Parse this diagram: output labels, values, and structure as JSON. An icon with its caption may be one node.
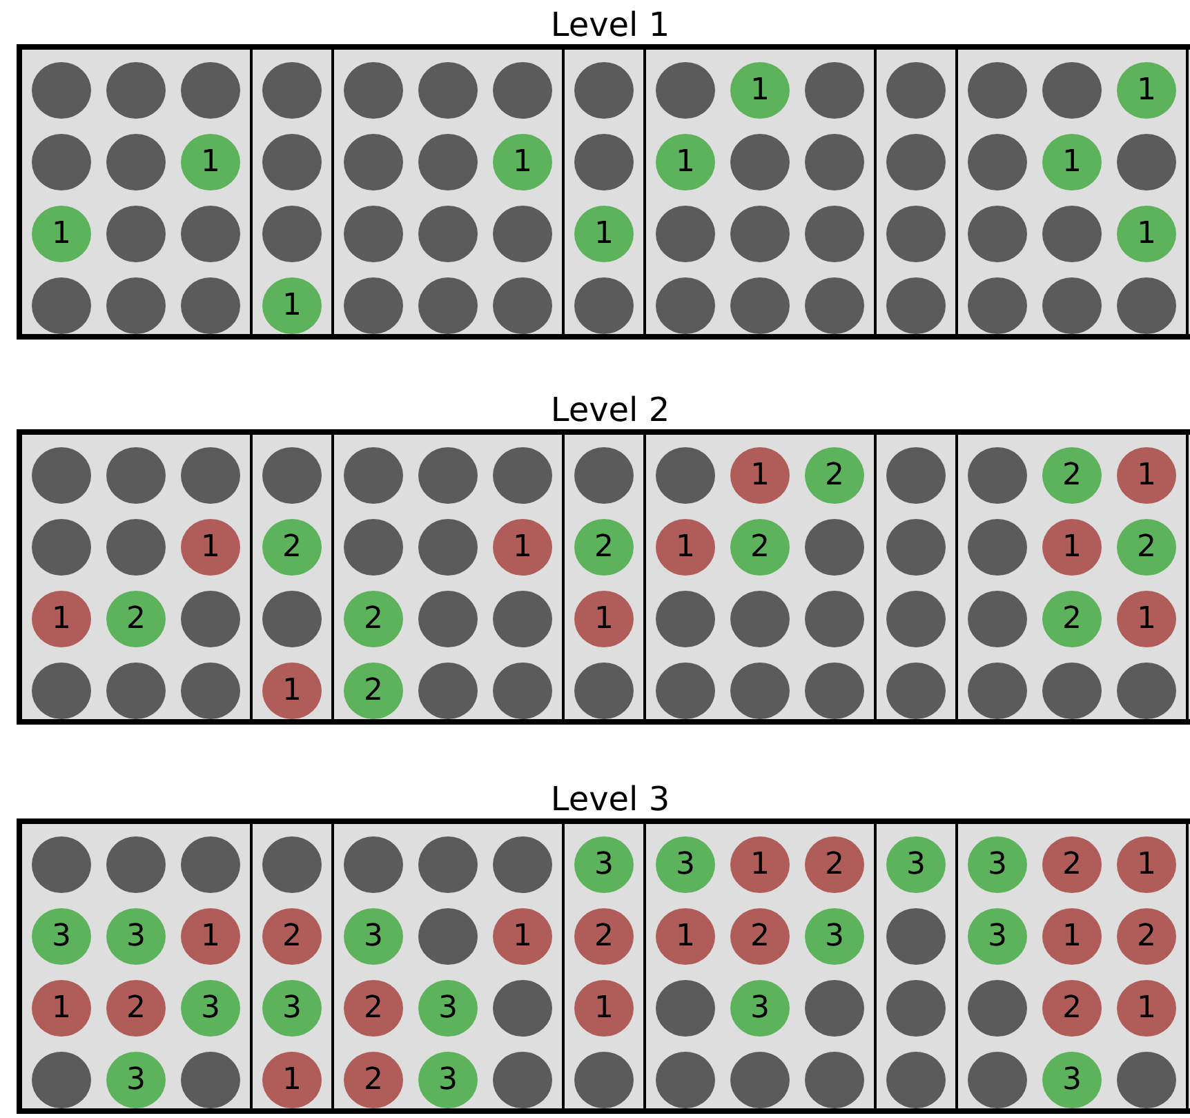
{
  "diagram": {
    "nodes": [
      {
        "text": [
          "Level 1"
        ]
      },
      {
        "text": [],
        "shape": "box",
        "in": 0
      },
      {
        "text": [],
        "shape": "circle",
        "in": 1
      },
      {
        "text": [],
        "shape": "circle",
        "in": 1
      },
      {
        "text": [],
        "shape": "circle",
        "in": 1
      },
      {
        "text": [],
        "shape": "circle",
        "in": 1
      },
      {
        "text": [],
        "shape": "circle",
        "in": 1
      },
      {
        "text": [
          "1"
        ],
        "in": 1
      },
      {
        "text": [
          "1"
        ],
        "in": 1
      },
      {
        "text": [],
        "shape": "circle",
        "in": 1
      },
      {
        "text": [],
        "shape": "circle",
        "in": 1
      },
      {
        "text": [],
        "shape": "circle",
        "in": 1
      },
      {
        "text": [],
        "shape": "circle",
        "in": 1
      },
      {
        "text": [],
        "shape": "circle",
        "in": 1
      },
      {
        "text": [],
        "shape": "box",
        "in": 0
      },
      {
        "text": [],
        "shape": "circle",
        "in": 14
      },
      {
        "text": [],
        "shape": "circle",
        "in": 14
      },
      {
        "text": [],
        "shape": "circle",
        "in": 14
      },
      {
        "text": [
          "1"
        ],
        "in": 14
      },
      {
        "text": [],
        "shape": "box",
        "in": 0
      },
      {
        "text": [],
        "shape": "circle",
        "in": 19
      },
      {
        "text": [],
        "shape": "circle",
        "in": 19
      },
      {
        "text": [],
        "shape": "circle",
        "in": 19
      },
      {
        "text": [],
        "shape": "circle",
        "in": 19
      },
      {
        "text": [],
        "shape": "circle",
        "in": 19
      },
      {
        "text": [
          "1"
        ],
        "in": 19
      },
      {
        "text": [],
        "shape": "circle",
        "in": 19
      },
      {
        "text": [],
        "shape": "circle",
        "in": 19
      },
      {
        "text": [],
        "shape": "circle",
        "in": 19
      },
      {
        "text": [],
        "shape": "circle",
        "in": 19
      },
      {
        "text": [],
        "shape": "circle",
        "in": 19
      },
      {
        "text": [],
        "shape": "circle",
        "in": 19
      },
      {
        "text": [],
        "shape": "box",
        "in": 0
      },
      {
        "text": [],
        "shape": "circle",
        "in": 32
      },
      {
        "text": [],
        "shape": "circle",
        "in": 32
      },
      {
        "text": [
          "1"
        ],
        "in": 32
      },
      {
        "text": [],
        "shape": "circle",
        "in": 32
      },
      {
        "text": [],
        "shape": "box",
        "in": 0
      },
      {
        "text": [],
        "shape": "circle",
        "in": 37
      },
      {
        "text": [
          "1"
        ],
        "in": 37
      },
      {
        "text": [],
        "shape": "circle",
        "in": 37
      },
      {
        "text": [
          "1"
        ],
        "in": 37
      },
      {
        "text": [],
        "shape": "circle",
        "in": 37
      },
      {
        "text": [],
        "shape": "circle",
        "in": 37
      },
      {
        "text": [],
        "shape": "circle",
        "in": 37
      },
      {
        "text": [],
        "shape": "circle",
        "in": 37
      },
      {
        "text": [],
        "shape": "circle",
        "in": 37
      },
      {
        "text": [],
        "shape": "circle",
        "in": 37
      },
      {
        "text": [],
        "shape": "circle",
        "in": 37
      },
      {
        "text": [],
        "shape": "circle",
        "in": 37
      },
      {
        "text": [],
        "shape": "box",
        "in": 0
      },
      {
        "text": [],
        "shape": "circle",
        "in": 50
      },
      {
        "text": [],
        "shape": "circle",
        "in": 50
      },
      {
        "text": [],
        "shape": "circle",
        "in": 50
      },
      {
        "text": [],
        "shape": "circle",
        "in": 50
      },
      {
        "text": [],
        "shape": "box",
        "in": 0
      },
      {
        "text": [],
        "shape": "circle",
        "in": 55
      },
      {
        "text": [],
        "shape": "circle",
        "in": 55
      },
      {
        "text": [
          "1"
        ],
        "in": 55
      },
      {
        "text": [],
        "shape": "circle",
        "in": 55
      },
      {
        "text": [
          "1"
        ],
        "in": 55
      },
      {
        "text": [],
        "shape": "circle",
        "in": 55
      },
      {
        "text": [],
        "shape": "circle",
        "in": 55
      },
      {
        "text": [],
        "shape": "circle",
        "in": 55
      },
      {
        "text": [
          "1"
        ],
        "in": 55
      },
      {
        "text": [],
        "shape": "circle",
        "in": 55
      },
      {
        "text": [],
        "shape": "circle",
        "in": 55
      },
      {
        "text": [],
        "shape": "circle",
        "in": 55
      },
      {
        "text": [
          "Level 2"
        ]
      },
      {
        "text": [],
        "shape": "box",
        "in": 68
      },
      {
        "text": [],
        "shape": "circle",
        "in": 69
      },
      {
        "text": [],
        "shape": "circle",
        "in": 69
      },
      {
        "text": [],
        "shape": "circle",
        "in": 69
      },
      {
        "text": [],
        "shape": "circle",
        "in": 69
      },
      {
        "text": [],
        "shape": "circle",
        "in": 69
      },
      {
        "text": [
          "1"
        ],
        "in": 69
      },
      {
        "text": [
          "1"
        ],
        "in": 69
      },
      {
        "text": [
          "2"
        ],
        "in": 69
      },
      {
        "text": [],
        "shape": "circle",
        "in": 69
      },
      {
        "text": [],
        "shape": "circle",
        "in": 69
      },
      {
        "text": [],
        "shape": "circle",
        "in": 69
      },
      {
        "text": [],
        "shape": "circle",
        "in": 69
      },
      {
        "text": [],
        "shape": "box",
        "in": 68
      },
      {
        "text": [],
        "shape": "circle",
        "in": 82
      },
      {
        "text": [
          "2"
        ],
        "in": 82
      },
      {
        "text": [],
        "shape": "circle",
        "in": 82
      },
      {
        "text": [
          "1"
        ],
        "in": 82
      },
      {
        "text": [],
        "shape": "box",
        "in": 68
      },
      {
        "text": [],
        "shape": "circle",
        "in": 87
      },
      {
        "text": [],
        "shape": "circle",
        "in": 87
      },
      {
        "text": [],
        "shape": "circle",
        "in": 87
      },
      {
        "text": [],
        "shape": "circle",
        "in": 87
      },
      {
        "text": [],
        "shape": "circle",
        "in": 87
      },
      {
        "text": [
          "1"
        ],
        "in": 87
      },
      {
        "text": [
          "2"
        ],
        "in": 87
      },
      {
        "text": [],
        "shape": "circle",
        "in": 87
      },
      {
        "text": [],
        "shape": "circle",
        "in": 87
      },
      {
        "text": [
          "2"
        ],
        "in": 87
      },
      {
        "text": [],
        "shape": "circle",
        "in": 87
      },
      {
        "text": [],
        "shape": "circle",
        "in": 87
      },
      {
        "text": [],
        "shape": "box",
        "in": 68
      },
      {
        "text": [],
        "shape": "circle",
        "in": 100
      },
      {
        "text": [
          "2"
        ],
        "in": 100
      },
      {
        "text": [
          "1"
        ],
        "in": 100
      },
      {
        "text": [],
        "shape": "circle",
        "in": 100
      },
      {
        "text": [],
        "shape": "box",
        "in": 68
      },
      {
        "text": [],
        "shape": "circle",
        "in": 105
      },
      {
        "text": [
          "1"
        ],
        "in": 105
      },
      {
        "text": [
          "2"
        ],
        "in": 105
      },
      {
        "text": [
          "1"
        ],
        "in": 105
      },
      {
        "text": [
          "2"
        ],
        "in": 105
      },
      {
        "text": [],
        "shape": "circle",
        "in": 105
      },
      {
        "text": [],
        "shape": "circle",
        "in": 105
      },
      {
        "text": [],
        "shape": "circle",
        "in": 105
      },
      {
        "text": [],
        "shape": "circle",
        "in": 105
      },
      {
        "text": [],
        "shape": "circle",
        "in": 105
      },
      {
        "text": [],
        "shape": "circle",
        "in": 105
      },
      {
        "text": [],
        "shape": "circle",
        "in": 105
      },
      {
        "text": [],
        "shape": "box",
        "in": 68
      },
      {
        "text": [],
        "shape": "circle",
        "in": 118
      },
      {
        "text": [],
        "shape": "circle",
        "in": 118
      },
      {
        "text": [],
        "shape": "circle",
        "in": 118
      },
      {
        "text": [],
        "shape": "circle",
        "in": 118
      },
      {
        "text": [],
        "shape": "box",
        "in": 68
      },
      {
        "text": [],
        "shape": "circle",
        "in": 123
      },
      {
        "text": [
          "2"
        ],
        "in": 123
      },
      {
        "text": [
          "1"
        ],
        "in": 123
      },
      {
        "text": [],
        "shape": "circle",
        "in": 123
      },
      {
        "text": [
          "1"
        ],
        "in": 123
      },
      {
        "text": [
          "2"
        ],
        "in": 123
      },
      {
        "text": [],
        "shape": "circle",
        "in": 123
      },
      {
        "text": [
          "2"
        ],
        "in": 123
      },
      {
        "text": [
          "1"
        ],
        "in": 123
      },
      {
        "text": [],
        "shape": "circle",
        "in": 123
      },
      {
        "text": [],
        "shape": "circle",
        "in": 123
      },
      {
        "text": [],
        "shape": "circle",
        "in": 123
      },
      {
        "text": [
          "Level 3"
        ]
      },
      {
        "text": [],
        "shape": "box",
        "in": 136
      },
      {
        "text": [],
        "shape": "circle",
        "in": 137
      },
      {
        "text": [],
        "shape": "circle",
        "in": 137
      },
      {
        "text": [],
        "shape": "circle",
        "in": 137
      },
      {
        "text": [
          "3"
        ],
        "in": 137
      },
      {
        "text": [
          "3"
        ],
        "in": 137
      },
      {
        "text": [
          "1"
        ],
        "in": 137
      },
      {
        "text": [
          "1"
        ],
        "in": 137
      },
      {
        "text": [
          "2"
        ],
        "in": 137
      },
      {
        "text": [
          "3"
        ],
        "in": 137
      },
      {
        "text": [],
        "shape": "circle",
        "in": 137
      },
      {
        "text": [
          "3"
        ],
        "in": 137
      },
      {
        "text": [],
        "shape": "circle",
        "in": 137
      },
      {
        "text": [],
        "shape": "box",
        "in": 136
      },
      {
        "text": [],
        "shape": "circle",
        "in": 150
      },
      {
        "text": [
          "2"
        ],
        "in": 150
      },
      {
        "text": [
          "3"
        ],
        "in": 150
      },
      {
        "text": [
          "1"
        ],
        "in": 150
      },
      {
        "text": [],
        "shape": "box",
        "in": 136
      },
      {
        "text": [],
        "shape": "circle",
        "in": 155
      },
      {
        "text": [],
        "shape": "circle",
        "in": 155
      },
      {
        "text": [],
        "shape": "circle",
        "in": 155
      },
      {
        "text": [
          "3"
        ],
        "in": 155
      },
      {
        "text": [],
        "shape": "circle",
        "in": 155
      },
      {
        "text": [
          "1"
        ],
        "in": 155
      },
      {
        "text": [
          "2"
        ],
        "in": 155
      },
      {
        "text": [
          "3"
        ],
        "in": 155
      },
      {
        "text": [],
        "shape": "circle",
        "in": 155
      },
      {
        "text": [
          "2"
        ],
        "in": 155
      },
      {
        "text": [
          "3"
        ],
        "in": 155
      },
      {
        "text": [],
        "shape": "circle",
        "in": 155
      },
      {
        "text": [],
        "shape": "box",
        "in": 136
      },
      {
        "text": [
          "3"
        ],
        "in": 168
      },
      {
        "text": [
          "2"
        ],
        "in": 168
      },
      {
        "text": [
          "1"
        ],
        "in": 168
      },
      {
        "text": [],
        "shape": "circle",
        "in": 168
      },
      {
        "text": [],
        "shape": "box",
        "in": 136
      },
      {
        "text": [
          "3"
        ],
        "in": 173
      },
      {
        "text": [
          "1"
        ],
        "in": 173
      },
      {
        "text": [
          "2"
        ],
        "in": 173
      },
      {
        "text": [
          "1"
        ],
        "in": 173
      },
      {
        "text": [
          "2"
        ],
        "in": 173
      },
      {
        "text": [
          "3"
        ],
        "in": 173
      },
      {
        "text": [],
        "shape": "circle",
        "in": 173
      },
      {
        "text": [
          "3"
        ],
        "in": 173
      },
      {
        "text": [],
        "shape": "circle",
        "in": 173
      },
      {
        "text": [],
        "shape": "circle",
        "in": 173
      },
      {
        "text": [],
        "shape": "circle",
        "in": 173
      },
      {
        "text": [],
        "shape": "circle",
        "in": 173
      },
      {
        "text": [],
        "shape": "box",
        "in": 136
      },
      {
        "text": [
          "3"
        ],
        "in": 186
      },
      {
        "text": [],
        "shape": "circle",
        "in": 186
      },
      {
        "text": [],
        "shape": "circle",
        "in": 186
      },
      {
        "text": [],
        "shape": "circle",
        "in": 186
      },
      {
        "text": [],
        "shape": "box",
        "in": 136
      },
      {
        "text": [
          "3"
        ],
        "in": 191
      },
      {
        "text": [
          "2"
        ],
        "in": 191
      },
      {
        "text": [
          "1"
        ],
        "in": 191
      },
      {
        "text": [
          "3"
        ],
        "in": 191
      },
      {
        "text": [
          "1"
        ],
        "in": 191
      },
      {
        "text": [
          "2"
        ],
        "in": 191
      },
      {
        "text": [],
        "shape": "circle",
        "in": 191
      },
      {
        "text": [
          "2"
        ],
        "in": 191
      },
      {
        "text": [
          "1"
        ],
        "in": 191
      },
      {
        "text": [],
        "shape": "circle",
        "in": 191
      },
      {
        "text": [
          "3"
        ],
        "in": 191
      },
      {
        "text": [],
        "shape": "circle",
        "in": 191
      }
    ]
  }
}
